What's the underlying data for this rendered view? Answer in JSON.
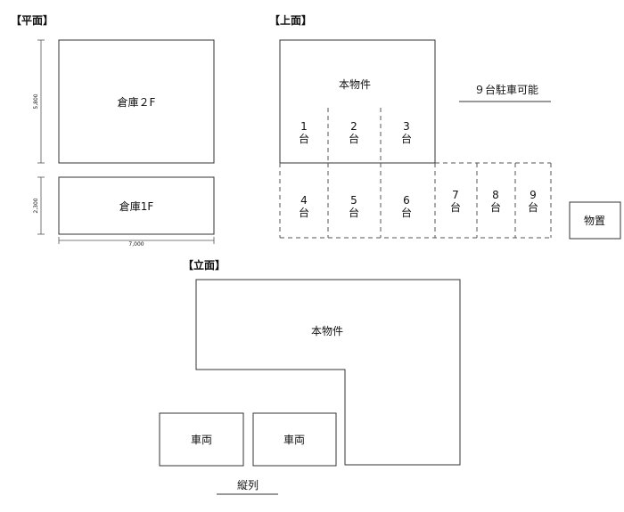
{
  "plan": {
    "header": "【平面】",
    "warehouse_2f": "倉庫２F",
    "warehouse_1f": "倉庫1F",
    "dim_height_2f": "5,800",
    "dim_height_1f": "2,300",
    "dim_width": "7,000"
  },
  "top": {
    "header": "【上面】",
    "building": "本物件",
    "parking_note": "９台駐車可能",
    "storage": "物置",
    "unit": "台",
    "spaces": [
      "1",
      "2",
      "3",
      "4",
      "5",
      "6",
      "7",
      "8",
      "9"
    ]
  },
  "elevation": {
    "header": "【立面】",
    "building": "本物件",
    "vehicle_left": "車両",
    "vehicle_right": "車両",
    "note": "縦列"
  }
}
